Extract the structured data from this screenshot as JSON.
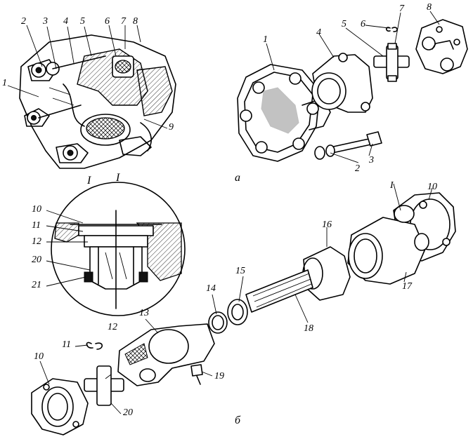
{
  "figure": {
    "view_a_caption": "а",
    "view_b_caption": "б",
    "detail_caption": "I",
    "detail_ref_caption": "I"
  },
  "labels_view_a_section": [
    "1",
    "2",
    "3",
    "4",
    "5",
    "6",
    "7",
    "8",
    "9"
  ],
  "labels_view_a_exploded": [
    "1",
    "4",
    "5",
    "6",
    "7",
    "8",
    "2",
    "3"
  ],
  "labels_detail": [
    "10",
    "11",
    "12",
    "20",
    "21"
  ],
  "labels_view_b": [
    "10",
    "11",
    "12",
    "13",
    "14",
    "15",
    "16",
    "17",
    "18",
    "19",
    "20",
    "10"
  ]
}
